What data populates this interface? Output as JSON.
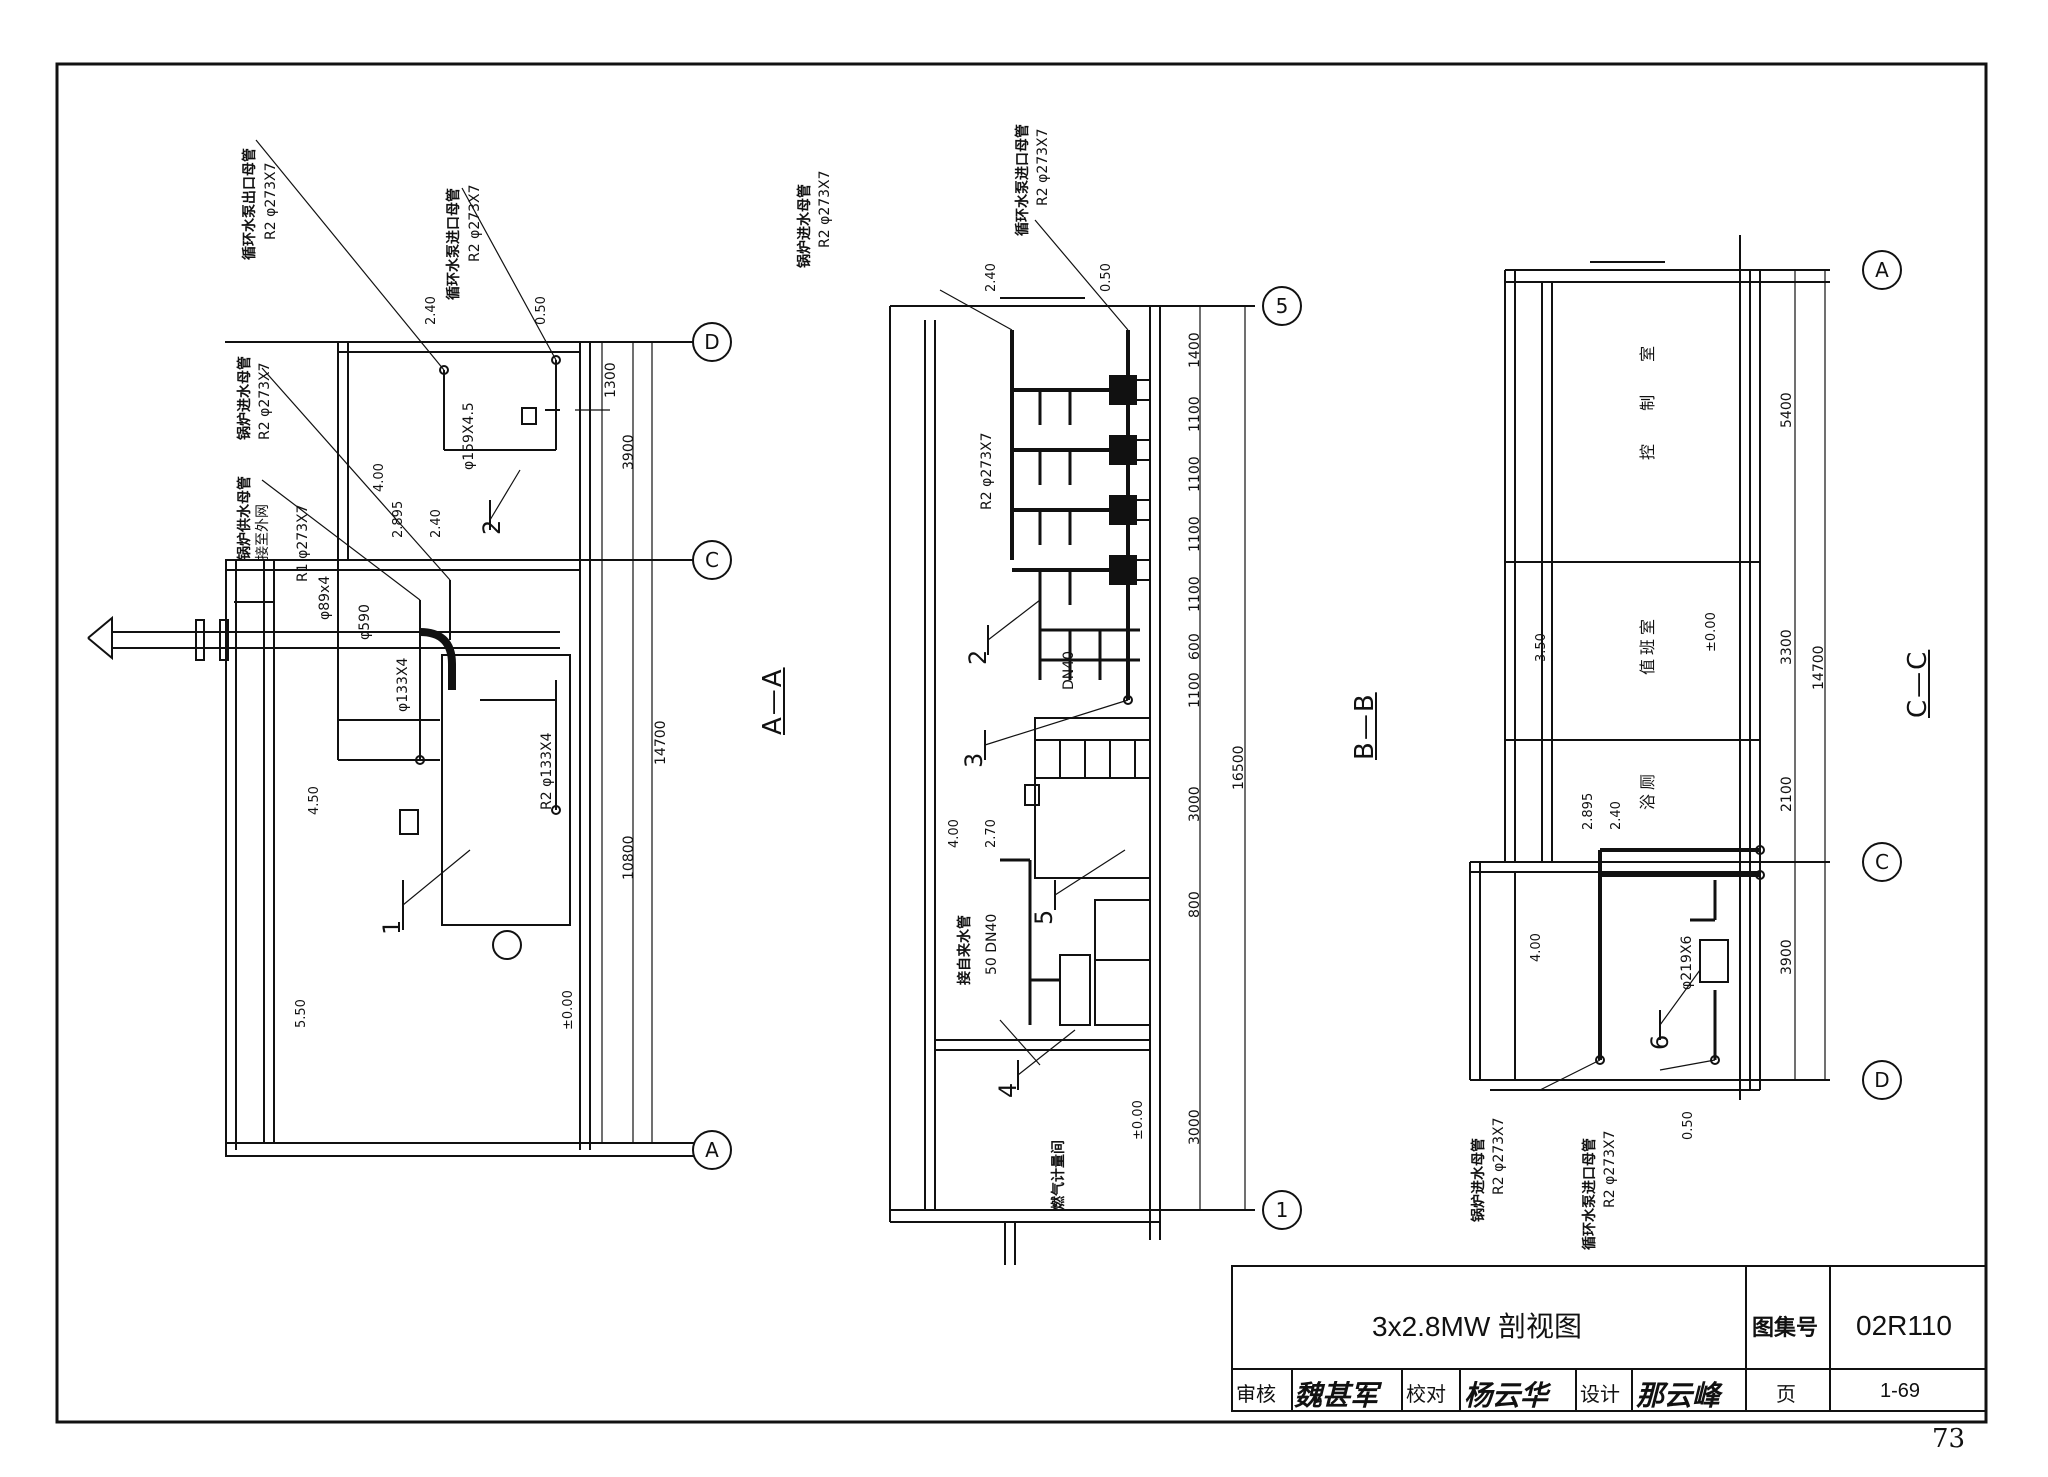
{
  "sections": {
    "aa": {
      "title": "A—A",
      "axes": {
        "d": "D",
        "c": "C",
        "a": "A"
      },
      "levels": {
        "top1": "2.40",
        "top2": "0.50",
        "mid1": "2.895",
        "mid2": "2.40",
        "l400": "4.00",
        "l450": "4.50",
        "l550": "5.50",
        "zero": "±0.00"
      },
      "dims": {
        "d1300": "1300",
        "d3900": "3900",
        "d10800": "10800",
        "d14700": "14700"
      },
      "labels": {
        "pump_out": "循环水泵出口母管",
        "pump_out_spec": "R2 φ273X7",
        "pump_in": "循环水泵进口母管",
        "pump_in_spec": "R2 φ273X7",
        "boiler_in": "锅炉进水母管",
        "boiler_in_spec": "R2 φ273X7",
        "boiler_supply": "锅炉供水母管",
        "boiler_supply_note": "接至外网",
        "boiler_supply_spec": "R1 φ273X7",
        "p159": "φ159X4.5",
        "p89": "φ89x4",
        "p133a": "φ133X4",
        "p133b": "R2 φ133X4",
        "p590": "φ590"
      },
      "leaders": {
        "n1": "1",
        "n2": "2"
      }
    },
    "bb": {
      "title": "B—B",
      "axes": {
        "top": "5",
        "bottom": "1"
      },
      "levels": {
        "l240": "2.40",
        "l050": "0.50",
        "l400": "4.00",
        "l270": "2.70",
        "zero": "±0.00"
      },
      "dims": {
        "d1400": "1400",
        "d1100a": "1100",
        "d1100b": "1100",
        "d1100c": "1100",
        "d1100d": "1100",
        "d600": "600",
        "d1100e": "1100",
        "d3000a": "3000",
        "d800": "800",
        "d3000b": "3000",
        "d16500": "16500"
      },
      "labels": {
        "boiler_in": "锅炉进水母管",
        "boiler_in_spec": "R2 φ273X7",
        "pump_in": "循环水泵进口母管",
        "pump_in_spec": "R2 φ273X7",
        "header_spec": "R2 φ273X7",
        "dn40": "DN40",
        "tap": "接自来水管",
        "tap_spec": "50 DN40",
        "gas_room": "燃气计量间"
      },
      "leaders": {
        "n2": "2",
        "n3": "3",
        "n4": "4",
        "n5": "5"
      }
    },
    "cc": {
      "title": "C—C",
      "axes": {
        "a": "A",
        "c": "C",
        "d": "D"
      },
      "levels": {
        "l350": "3.50",
        "zero": "±0.00",
        "l2895": "2.895",
        "l240": "2.40",
        "l400": "4.00",
        "l050": "0.50"
      },
      "dims": {
        "d5400": "5400",
        "d3300": "3300",
        "d2100": "2100",
        "d3900": "3900",
        "d14700": "14700"
      },
      "rooms": {
        "control": "控 制 室",
        "duty": "值班室",
        "bath": "浴厕"
      },
      "labels": {
        "p219": "φ219X6",
        "boiler_in": "锅炉进水母管",
        "boiler_in_spec": "R2 φ273X7",
        "pump_in": "循环水泵进口母管",
        "pump_in_spec": "R2 φ273X7"
      },
      "leaders": {
        "n6": "6"
      }
    }
  },
  "title_block": {
    "title": "3x2.8MW 剖视图",
    "atlas_label": "图集号",
    "atlas_no": "02R110",
    "review_label": "审核",
    "review_sig": "魏甚军",
    "check_label": "校对",
    "check_sig": "杨云华",
    "design_label": "设计",
    "design_sig": "那云峰",
    "page_label": "页",
    "page_no": "1-69"
  },
  "sheet_number": "73"
}
